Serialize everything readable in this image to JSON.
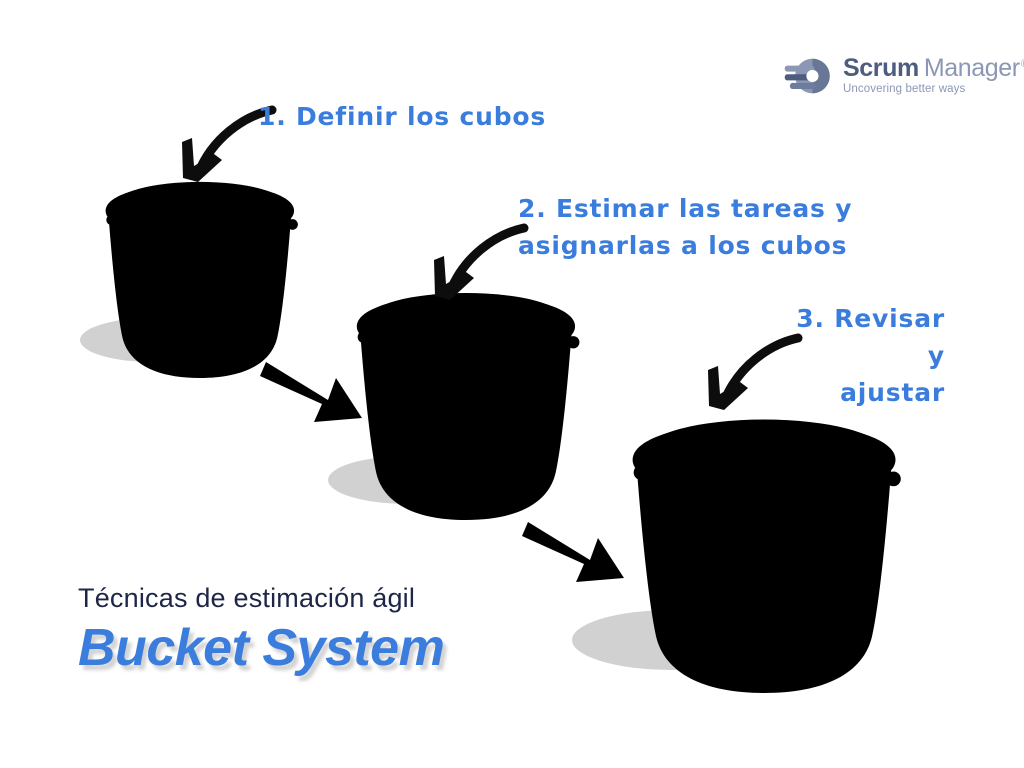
{
  "background_color": "#ffffff",
  "logo": {
    "mark_name": "scrum-manager-logo-mark",
    "wordmark_primary": "Scrum",
    "wordmark_secondary": "Manager",
    "registered_symbol": "®",
    "tagline": "Uncovering better ways",
    "primary_color": "#4e5d7e",
    "secondary_color": "#8b97b4"
  },
  "steps": [
    {
      "id": 1,
      "label": "1. Definir los cubos",
      "color": "#3b7ddd",
      "arrow": "curved-arrow-down-left"
    },
    {
      "id": 2,
      "label": "2. Estimar las tareas y\nasignarlas a los cubos",
      "color": "#3b7ddd",
      "arrow": "curved-arrow-down-left"
    },
    {
      "id": 3,
      "label": "3. Revisar y\najustar",
      "color": "#3b7ddd",
      "arrow": "curved-arrow-down-left"
    }
  ],
  "buckets": [
    {
      "id": 1,
      "name": "bucket-small",
      "body_color": "#2f6fd0",
      "rim_color": "#2f6fd0",
      "interior_color": "#b9d6f2",
      "outline_color": "#0d0d0d",
      "handle_color": "#ffffff",
      "shadow_color": "#cfcfcf"
    },
    {
      "id": 2,
      "name": "bucket-medium",
      "body_color": "#5f94e0",
      "rim_color": "#5f94e0",
      "interior_color": "#b9d6f2",
      "outline_color": "#0d0d0d",
      "handle_color": "#ffffff",
      "shadow_color": "#cfcfcf"
    },
    {
      "id": 3,
      "name": "bucket-large",
      "body_color": "#3bb6d4",
      "rim_color": "#3bb6d4",
      "interior_color": "#b9d6f2",
      "outline_color": "#0d0d0d",
      "handle_color": "#ffffff",
      "shadow_color": "#cfcfcf"
    }
  ],
  "flow_arrows": [
    {
      "name": "flow-arrow-1",
      "from": "bucket-small",
      "to": "bucket-medium",
      "color": "#000000"
    },
    {
      "name": "flow-arrow-2",
      "from": "bucket-medium",
      "to": "bucket-large",
      "color": "#000000"
    }
  ],
  "title": {
    "kicker": "Técnicas de estimación ágil",
    "main": "Bucket System",
    "kicker_color": "#1d2646",
    "main_color": "#3b7ddd"
  }
}
